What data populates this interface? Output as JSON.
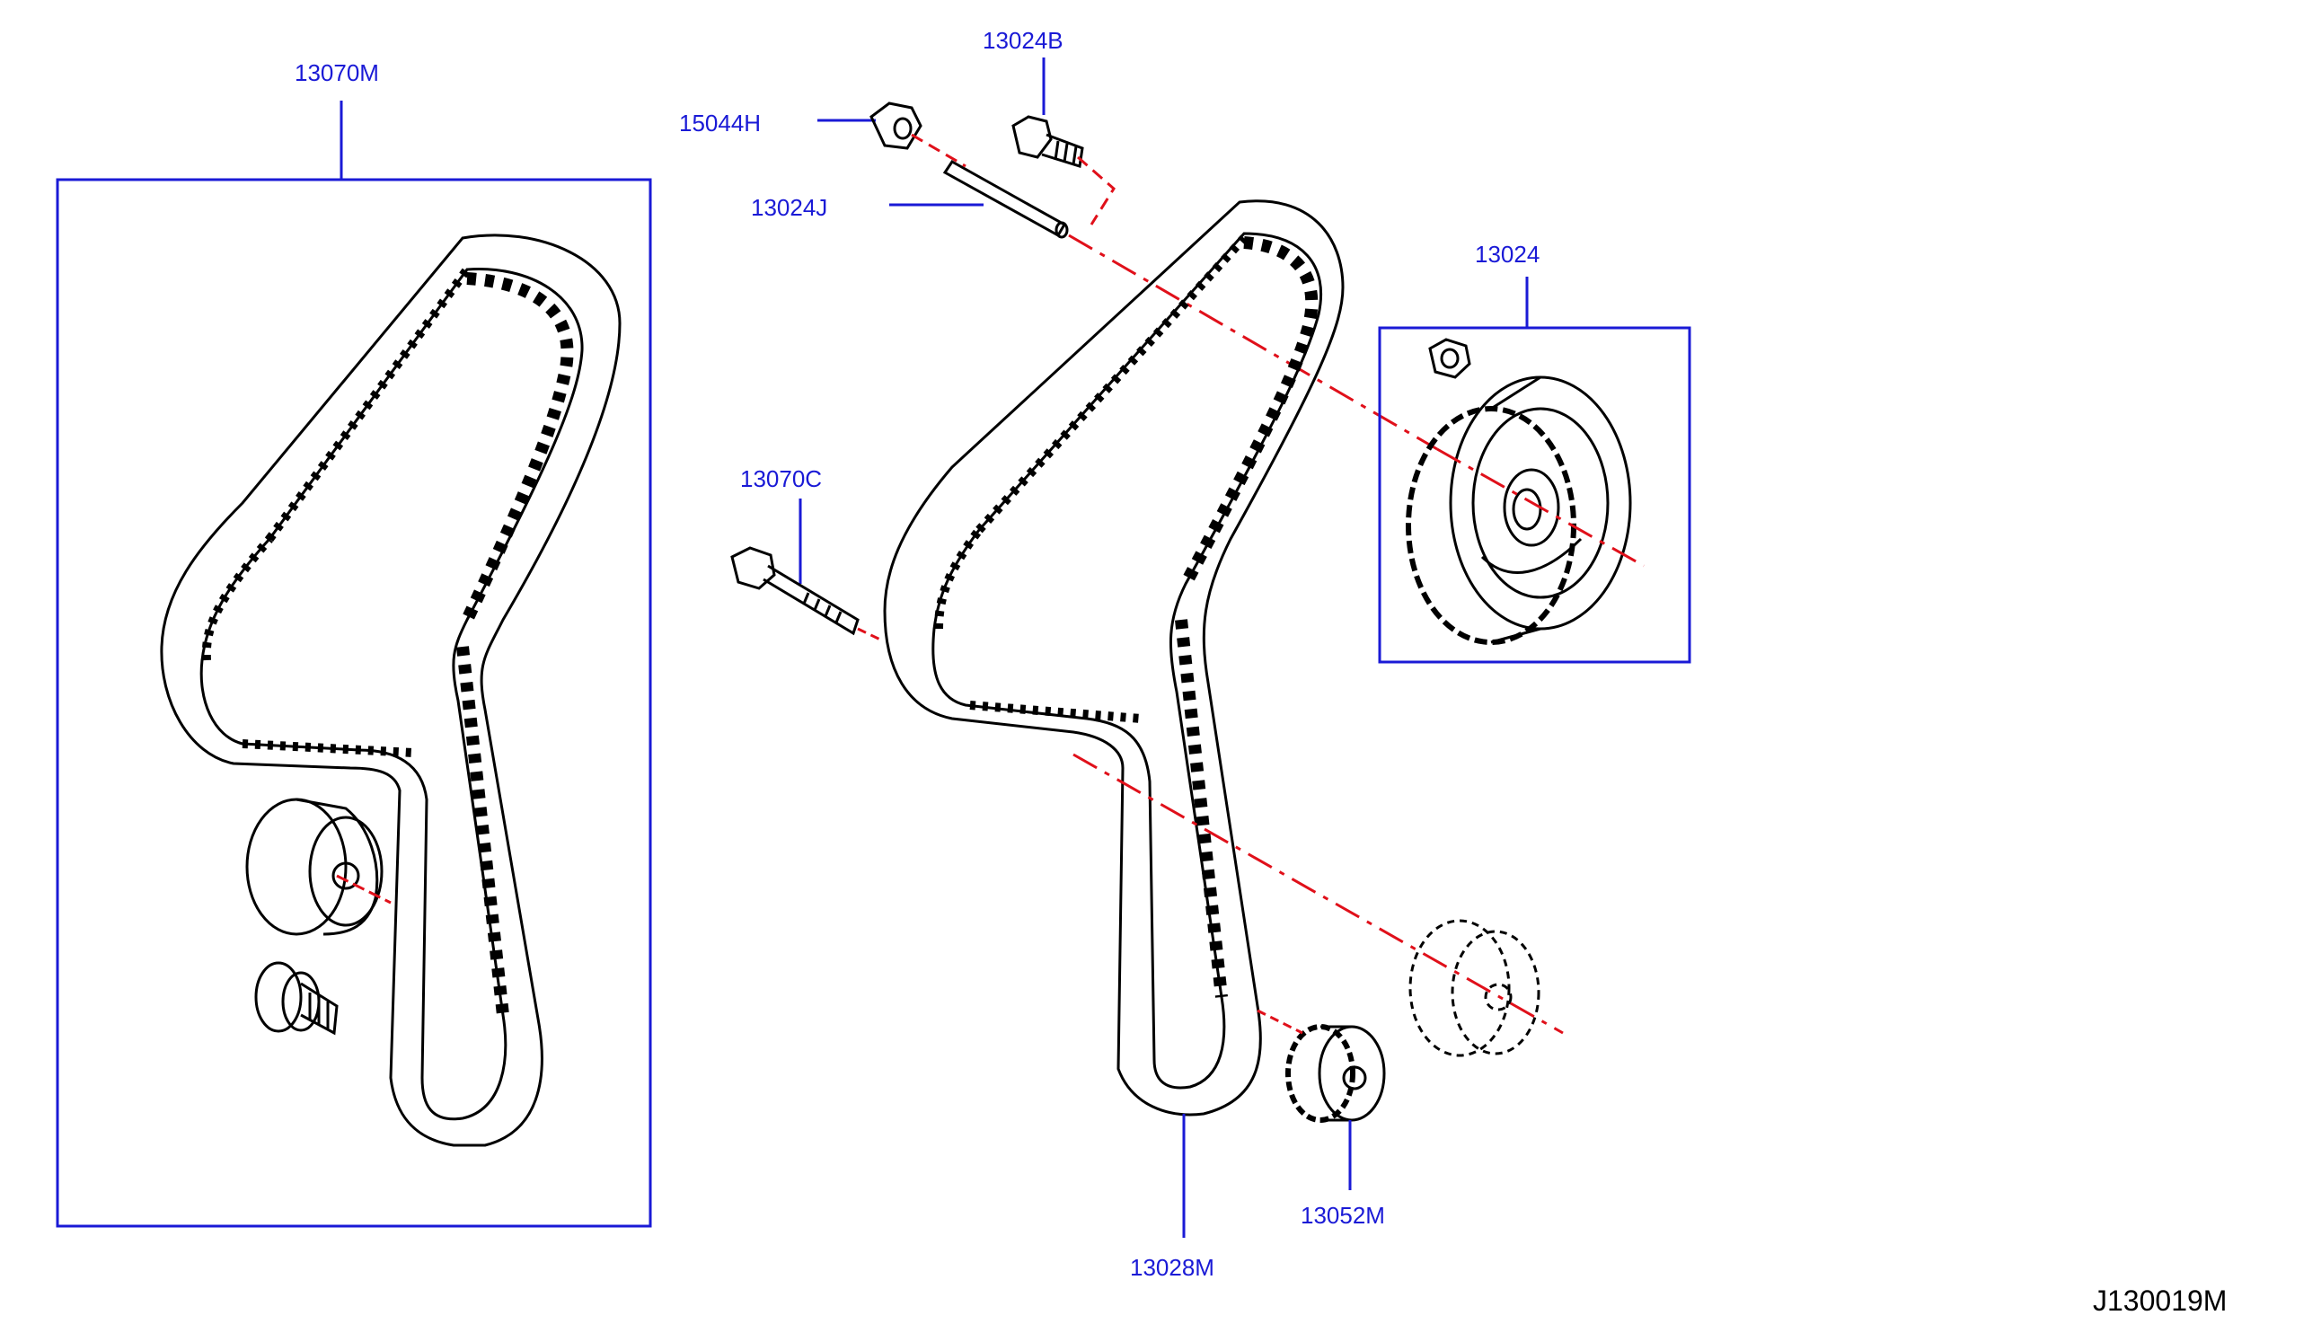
{
  "colors": {
    "callout": "#1a1ad6",
    "linework": "#000000",
    "centerline": "#e0101a"
  },
  "labels": {
    "belt_kit": "13070M",
    "nut": "15044H",
    "bolt_top": "13024B",
    "stud": "13024J",
    "cam_sprocket": "13024",
    "tensioner_bolt": "13070C",
    "timing_belt": "13028M",
    "crank_sprocket": "13052M"
  },
  "diagram_number": "J130019M",
  "icons": [
    "belt-kit",
    "tensioner-pulley",
    "idler-bolt",
    "flange-nut",
    "bolt",
    "stud",
    "cam-sprocket",
    "crank-sprocket"
  ]
}
